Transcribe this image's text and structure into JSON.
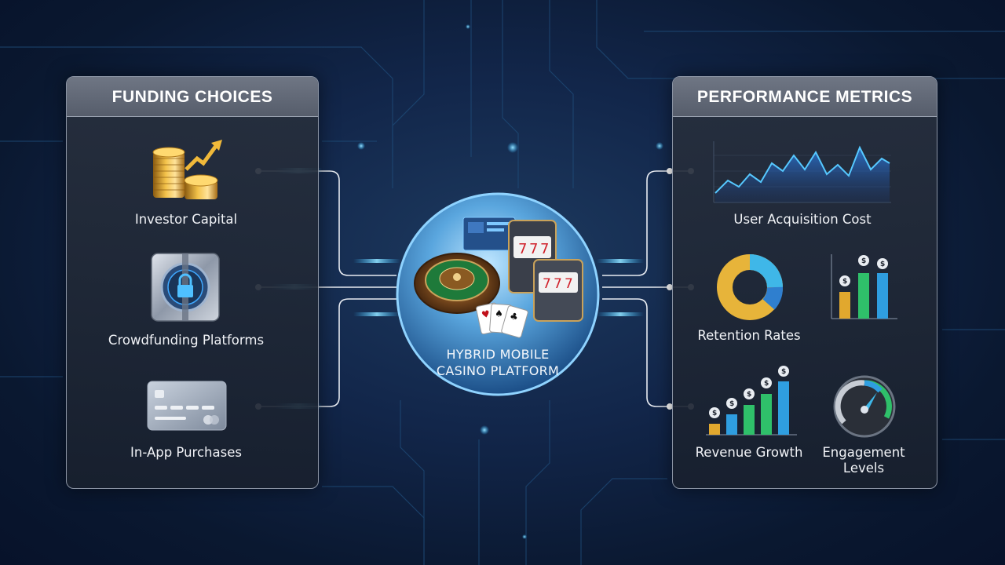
{
  "funding": {
    "title": "FUNDING CHOICES",
    "items": [
      {
        "label": "Investor Capital",
        "icon": "coins-growth-icon"
      },
      {
        "label": "Crowdfunding Platforms",
        "icon": "vault-lock-icon"
      },
      {
        "label": "In-App Purchases",
        "icon": "credit-card-icon"
      }
    ]
  },
  "center": {
    "line1": "HYBRID MOBILE",
    "line2": "CASINO PLATFORM",
    "icon": "casino-games-icon"
  },
  "metrics": {
    "title": "PERFORMANCE METRICS",
    "items": [
      {
        "label": "User Acquisition Cost",
        "icon": "line-chart-icon"
      },
      {
        "label": "Retention Rates",
        "icon": "donut-chart-icon"
      },
      {
        "label": "Revenue Growth",
        "icon": "bar-chart-dollar-icon"
      },
      {
        "label_line1": "Engagement",
        "label_line2": "Levels",
        "icon": "gauge-icon"
      }
    ]
  },
  "colors": {
    "accent_glow": "#2fb8ff",
    "connector": "#e8ecf2",
    "panel_header": "#5f6674"
  }
}
